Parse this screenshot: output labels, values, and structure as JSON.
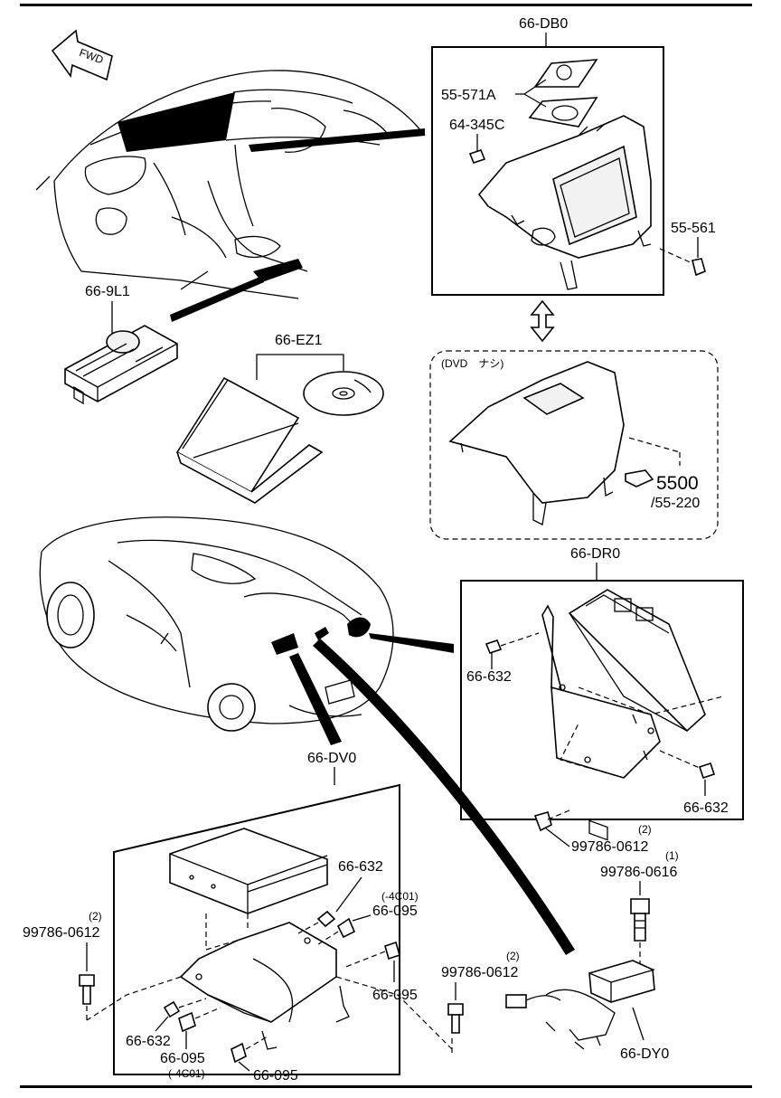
{
  "labels": {
    "fwd": "FWD",
    "p_66DB0": "66-DB0",
    "p_55571A": "55-571A",
    "p_64345C": "64-345C",
    "p_55561": "55-561",
    "p_669L1": "66-9L1",
    "p_66EZ1": "66-EZ1",
    "dvd_note": "(DVD　ナシ)",
    "ref_5500": "5500",
    "ref_55220": "/55-220",
    "p_66DR0": "66-DR0",
    "p_66632_a": "66-632",
    "p_66632_b": "66-632",
    "p_99786_0612_q": "(2)",
    "p_99786_0612_a": "99786-0612",
    "p_99786_0616_q": "(1)",
    "p_99786_0616": "99786-0616",
    "p_66DV0": "66-DV0",
    "p_66632_c": "66-632",
    "p_4C01_a": "(-4C01)",
    "p_66095_a": "66-095",
    "p_66095_b": "66-095",
    "p_99786_0612_b_q": "(2)",
    "p_99786_0612_b": "99786-0612",
    "p_99786_0612_c_q": "(2)",
    "p_99786_0612_c": "99786-0612",
    "p_66632_d": "66-632",
    "p_66095_c": "66-095",
    "p_4C01_b": "(-4C01)",
    "p_66095_d": "66-095",
    "p_66DY0": "66-DY0"
  }
}
